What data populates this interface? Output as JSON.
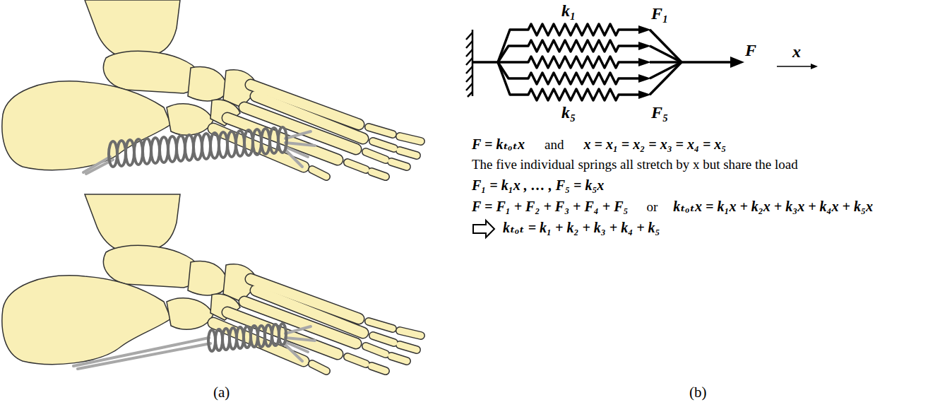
{
  "diagram": {
    "labels": [
      "k₁",
      "F₁",
      "F",
      "x",
      "k₅",
      "F₅",
      "F = kₜₒₜx",
      "and",
      "x = x₁ = x₂ = x₃ = x₄ = x₅",
      "The five individual springs all stretch by x but share the load",
      "F₁ = k₁x ,  … ,  F₅ = k₅x",
      "F = F₁ + F₂ + F₃ + F₄ + F₅",
      "or",
      "kₜₒₜx = k₁x + k₂x + k₃x + k₄x + k₅x",
      "kₜₒₜ = k₁ + k₂ + k₃ + k₄ + k₅",
      "(a)",
      "(b)"
    ]
  }
}
